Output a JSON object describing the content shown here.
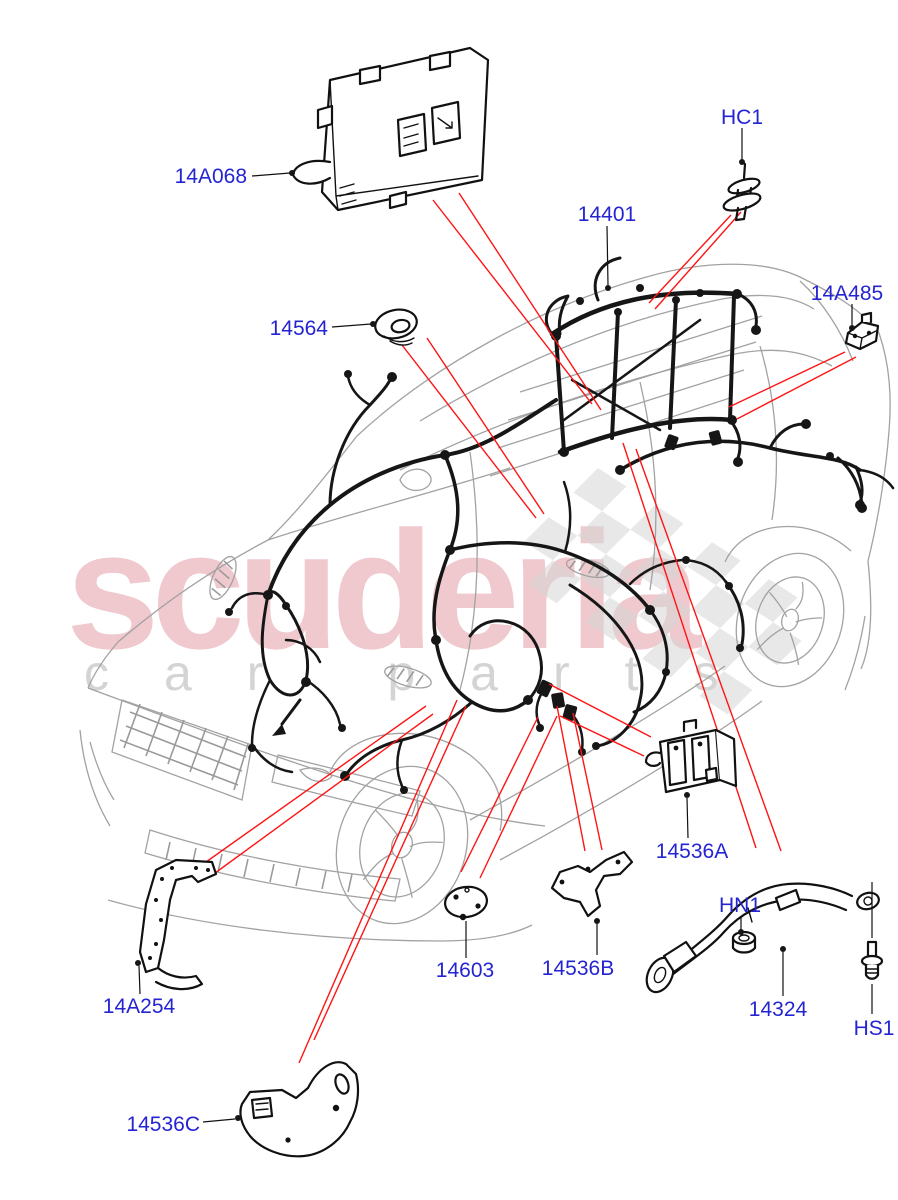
{
  "diagram": {
    "type": "vehicle-parts-exploded-diagram",
    "vehicle": "SUV front three-quarter line drawing with main wiring harness",
    "colors": {
      "label_blue": "#2424d2",
      "leader_red": "#ff1414",
      "harness_black": "#161616",
      "car_outline": "#a2a2a2",
      "watermark_pink": "#d4707e",
      "watermark_gray": "#c9c9c9",
      "background": "#ffffff"
    },
    "watermark": {
      "primary": "scuderia",
      "secondary": "car parts"
    },
    "labels": [
      {
        "code": "14A068"
      },
      {
        "code": "HC1"
      },
      {
        "code": "14401"
      },
      {
        "code": "14A485"
      },
      {
        "code": "14564"
      },
      {
        "code": "14536A"
      },
      {
        "code": "HN1"
      },
      {
        "code": "14603"
      },
      {
        "code": "14536B"
      },
      {
        "code": "14324"
      },
      {
        "code": "HS1"
      },
      {
        "code": "14A254"
      },
      {
        "code": "14536C"
      }
    ]
  }
}
